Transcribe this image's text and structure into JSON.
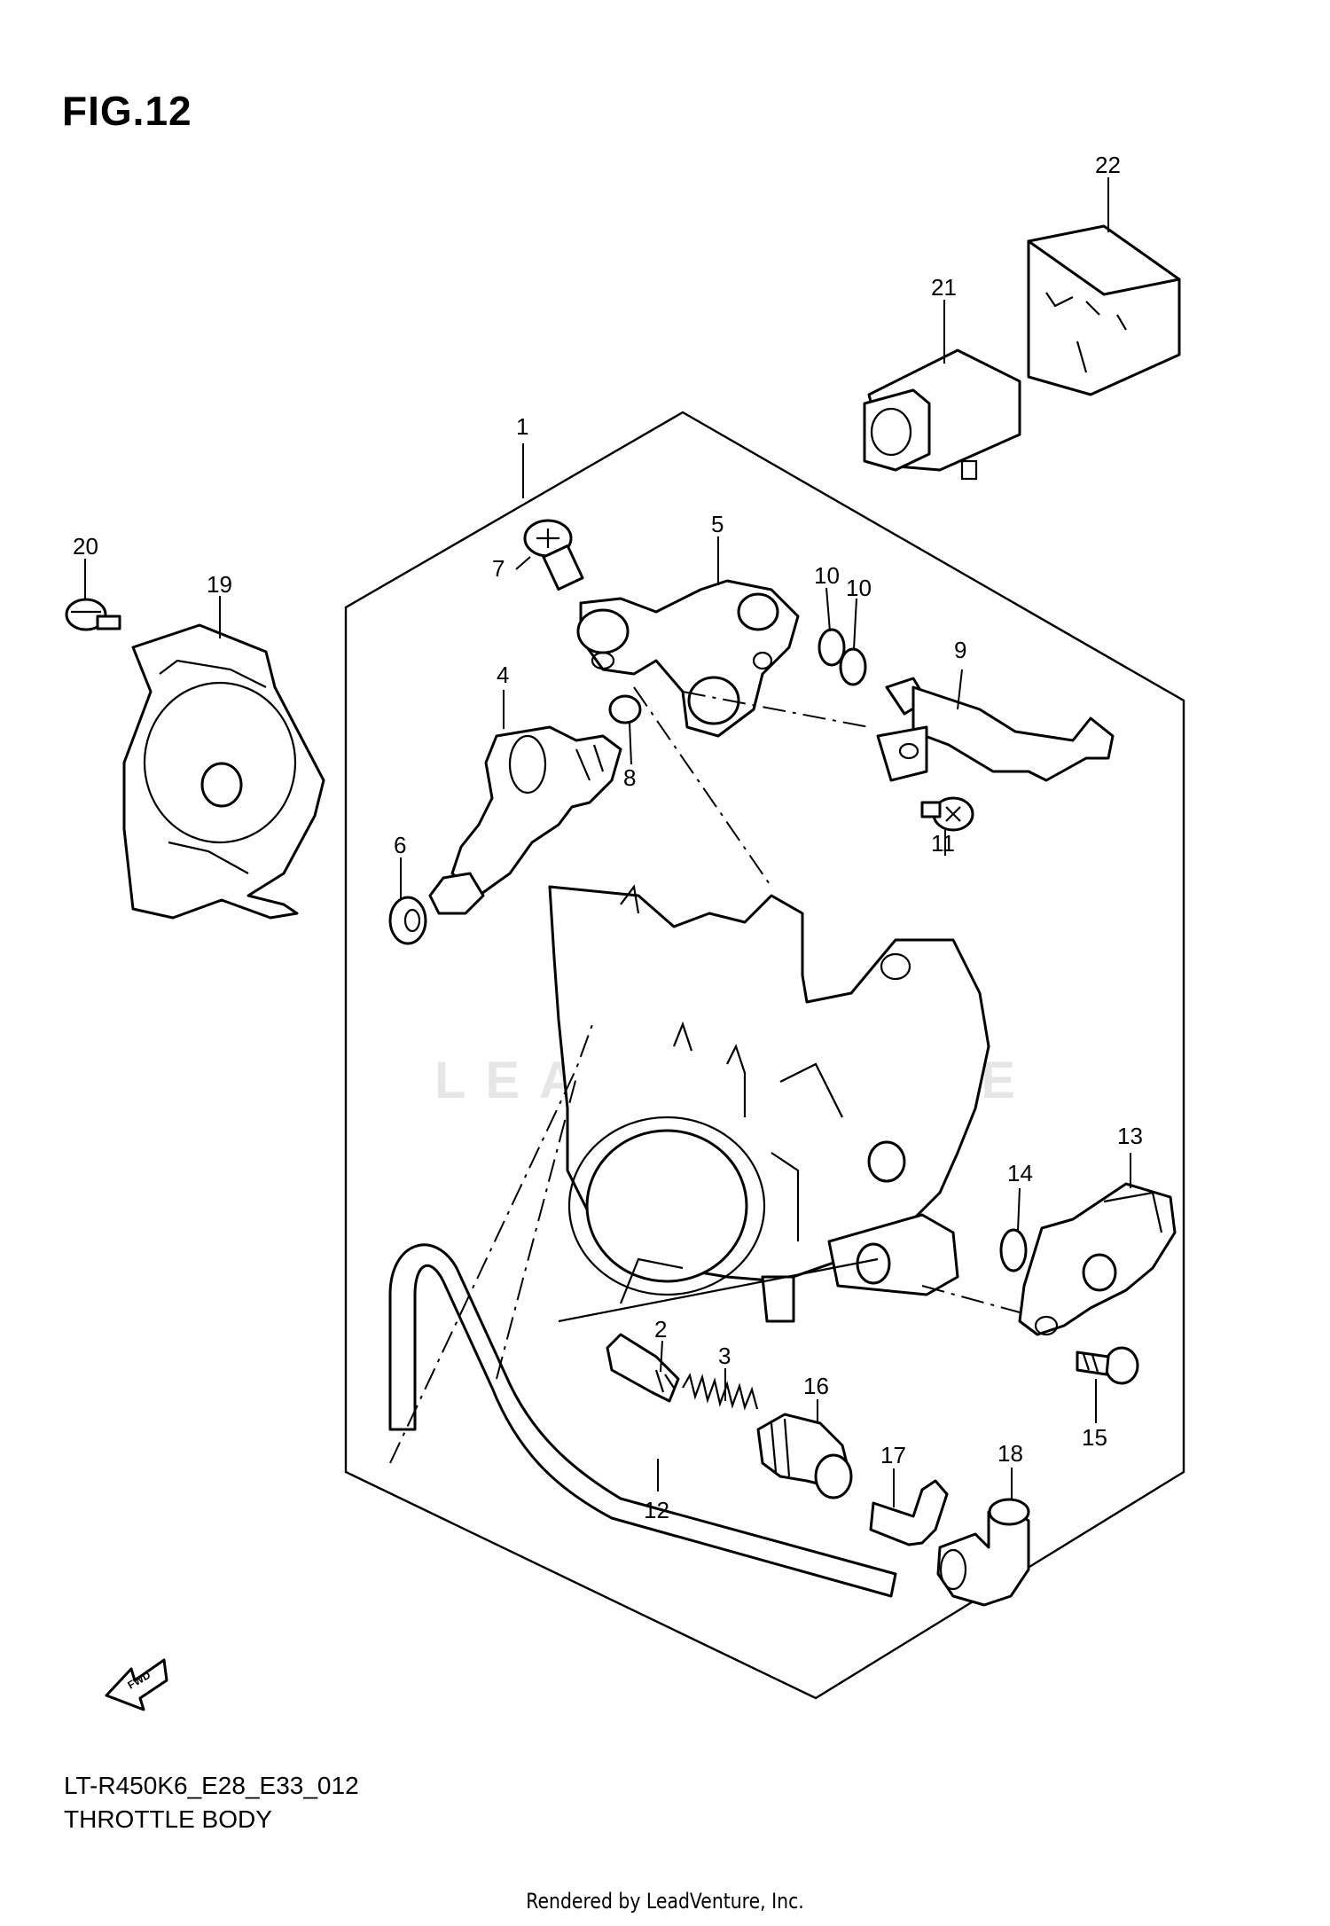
{
  "figure_title": "FIG.12",
  "diagram_code": "LT-R450K6_E28_E33_012",
  "caption": "THROTTLE BODY",
  "rendered_by": "Rendered by LeadVenture, Inc.",
  "watermark": "LEADVENTURE",
  "callouts": {
    "n1": "1",
    "n2": "2",
    "n3": "3",
    "n4": "4",
    "n5": "5",
    "n6": "6",
    "n7": "7",
    "n8": "8",
    "n9": "9",
    "n10a": "10",
    "n10b": "10",
    "n11": "11",
    "n12": "12",
    "n13": "13",
    "n14": "14",
    "n15": "15",
    "n16": "16",
    "n17": "17",
    "n18": "18",
    "n19": "19",
    "n20": "20",
    "n21": "21",
    "n22": "22"
  },
  "fwd_label": "FWD"
}
